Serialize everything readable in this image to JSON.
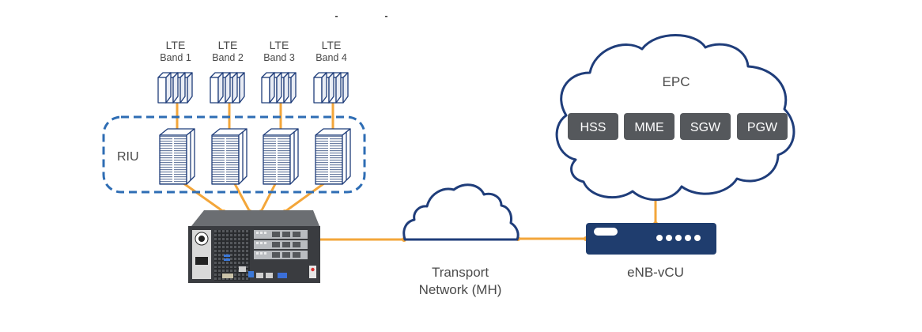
{
  "diagram": {
    "bands": [
      {
        "line1": "LTE",
        "line2": "Band 1"
      },
      {
        "line1": "LTE",
        "line2": "Band 2"
      },
      {
        "line1": "LTE",
        "line2": "Band 3"
      },
      {
        "line1": "LTE",
        "line2": "Band 4"
      }
    ],
    "riu_label": "RIU",
    "transport_label": {
      "line1": "Transport",
      "line2": "Network (MH)"
    },
    "epc": {
      "title": "EPC",
      "components": [
        "HSS",
        "MME",
        "SGW",
        "PGW"
      ]
    },
    "enb_label": "eNB-vCU",
    "colors": {
      "link": "#f3a63a",
      "outline_blue": "#1f3d7a",
      "riu_dash": "#2e6db4",
      "tag_bg": "#55585c",
      "label_text": "#4a4a4a"
    }
  }
}
